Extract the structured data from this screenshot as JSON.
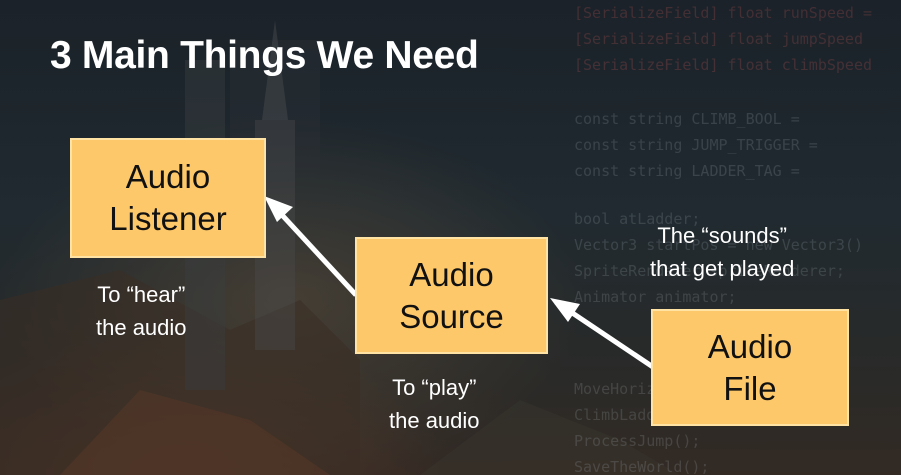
{
  "title": "3 Main Things We Need",
  "nodes": {
    "listener": {
      "line1": "Audio",
      "line2": "Listener"
    },
    "source": {
      "line1": "Audio",
      "line2": "Source"
    },
    "file": {
      "line1": "Audio",
      "line2": "File"
    }
  },
  "captions": {
    "listener": {
      "line1": "To “hear”",
      "line2": "the audio"
    },
    "source": {
      "line1": "To “play”",
      "line2": "the audio"
    },
    "file": {
      "line1": "The “sounds”",
      "line2": "that get played"
    }
  },
  "background_code": [
    "[SerializeField] float runSpeed =",
    "[SerializeField] float jumpSpeed",
    "[SerializeField] float climbSpeed",
    "const string CLIMB_BOOL =",
    "const string JUMP_TRIGGER =",
    "const string LADDER_TAG =",
    "bool atLadder;",
    "Vector3 startPos = new Vector3()",
    "SpriteRenderer spriteRenderer;",
    "Animator animator;",
    "MoveHorizontal();",
    "ClimbLadder();",
    "ProcessJump();",
    "SaveTheWorld();"
  ],
  "colors": {
    "box_fill": "#fdc86a",
    "box_border": "#ffe3a4",
    "arrow": "#ffffff",
    "text_light": "#ffffff"
  }
}
